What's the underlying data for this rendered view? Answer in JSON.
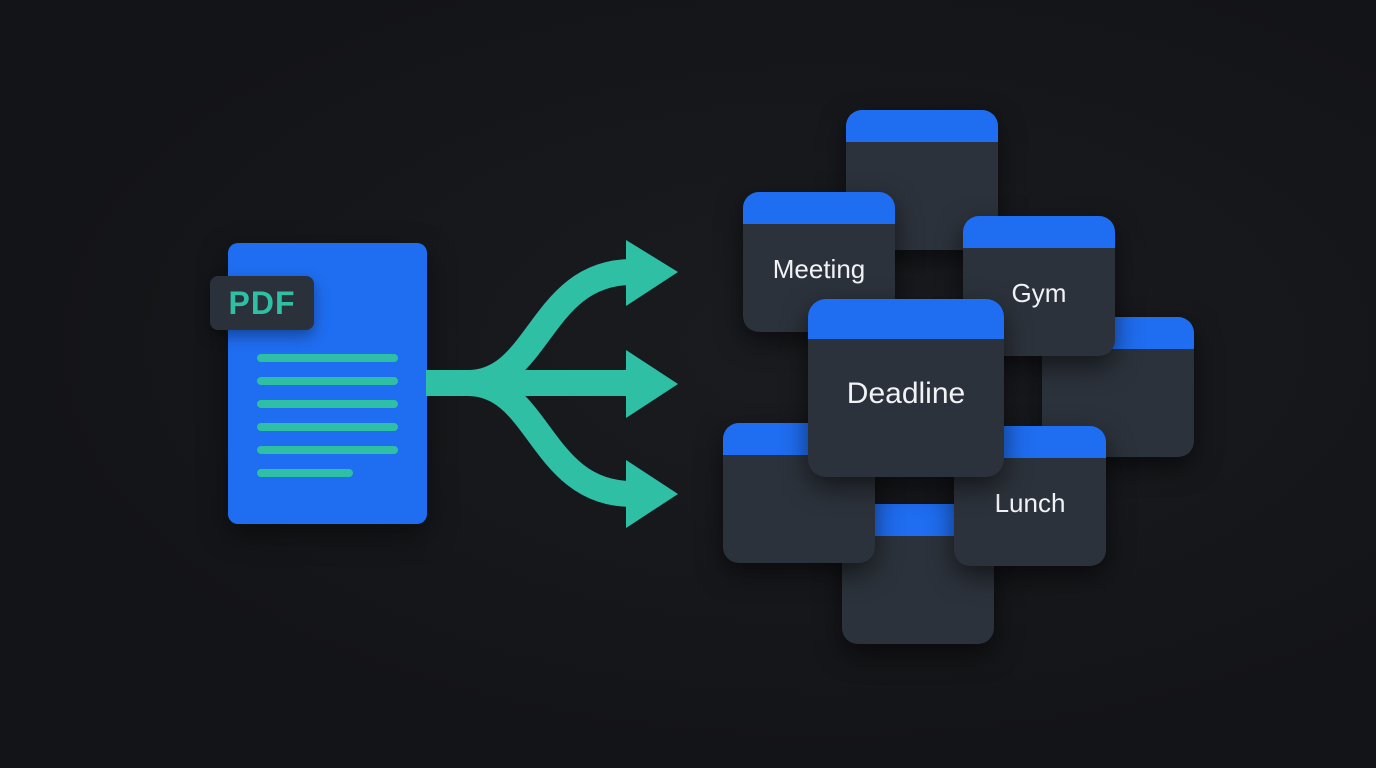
{
  "pdf": {
    "badge_label": "PDF",
    "line_count": 6
  },
  "arrows": {
    "count": 3,
    "color": "#2ebfa5"
  },
  "events": [
    {
      "label": "Meeting"
    },
    {
      "label": "Gym"
    },
    {
      "label": "Deadline"
    },
    {
      "label": "Lunch"
    }
  ],
  "colors": {
    "background": "#141518",
    "document": "#1f6df0",
    "accent": "#2ebfa5",
    "card_body": "#2c323b",
    "card_header": "#1f6df0",
    "card_text": "#f0f2f5"
  }
}
